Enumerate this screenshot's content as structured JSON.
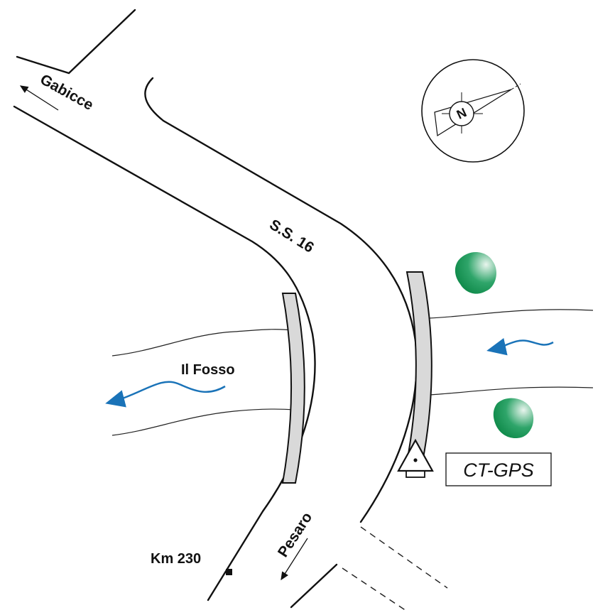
{
  "labels": {
    "gabicce": "Gabicce",
    "road": "S.S. 16",
    "river": "Il Fosso",
    "pesaro": "Pesaro",
    "km": "Km 230",
    "station": "CT-GPS",
    "north": "N"
  },
  "colors": {
    "water_arrow": "#1a73b8",
    "tree_dark": "#0f8a4a",
    "tree_light": "#e9f5ee",
    "bridge_fill": "#d9d9d9",
    "line": "#111111"
  },
  "icons": {
    "compass": "compass-icon",
    "tree": "tree-icon",
    "gps_marker": "gps-triangle-icon"
  }
}
